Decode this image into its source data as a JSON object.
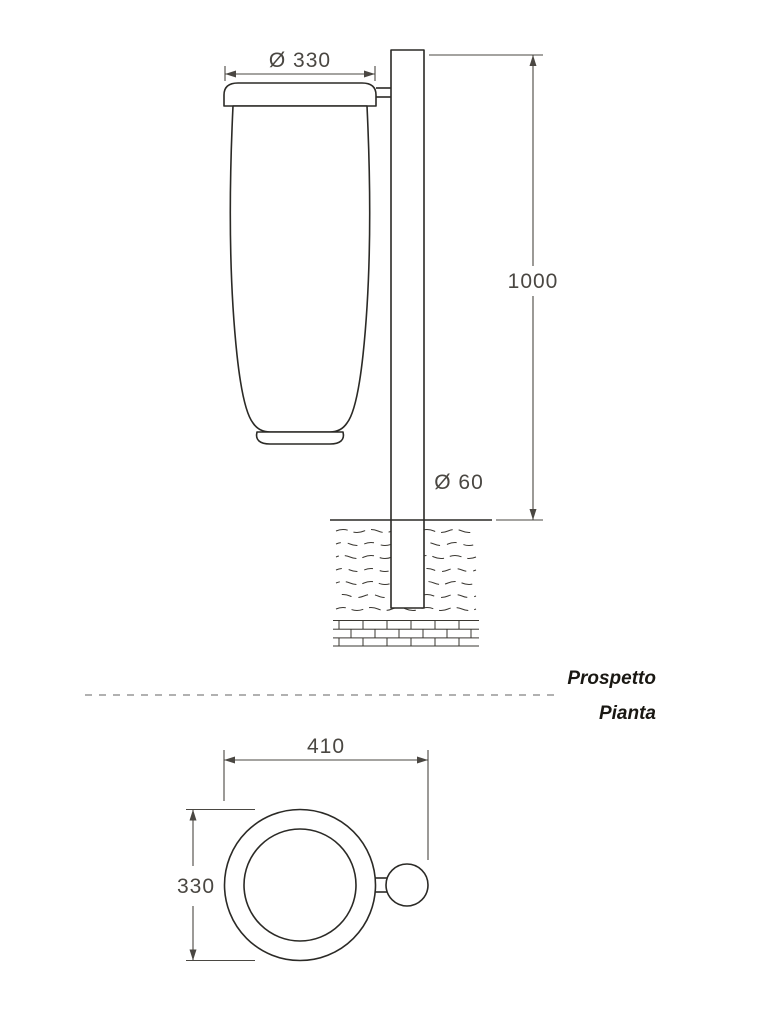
{
  "colors": {
    "ink": "#2b2a26",
    "dim": "#4a4742"
  },
  "elevation": {
    "section_label": "Prospetto",
    "dim_bin_diameter": "Ø 330",
    "dim_post_height": "1000",
    "dim_post_diameter": "Ø 60"
  },
  "plan": {
    "section_label": "Pianta",
    "dim_overall_width": "410",
    "dim_bin_diameter": "330"
  }
}
